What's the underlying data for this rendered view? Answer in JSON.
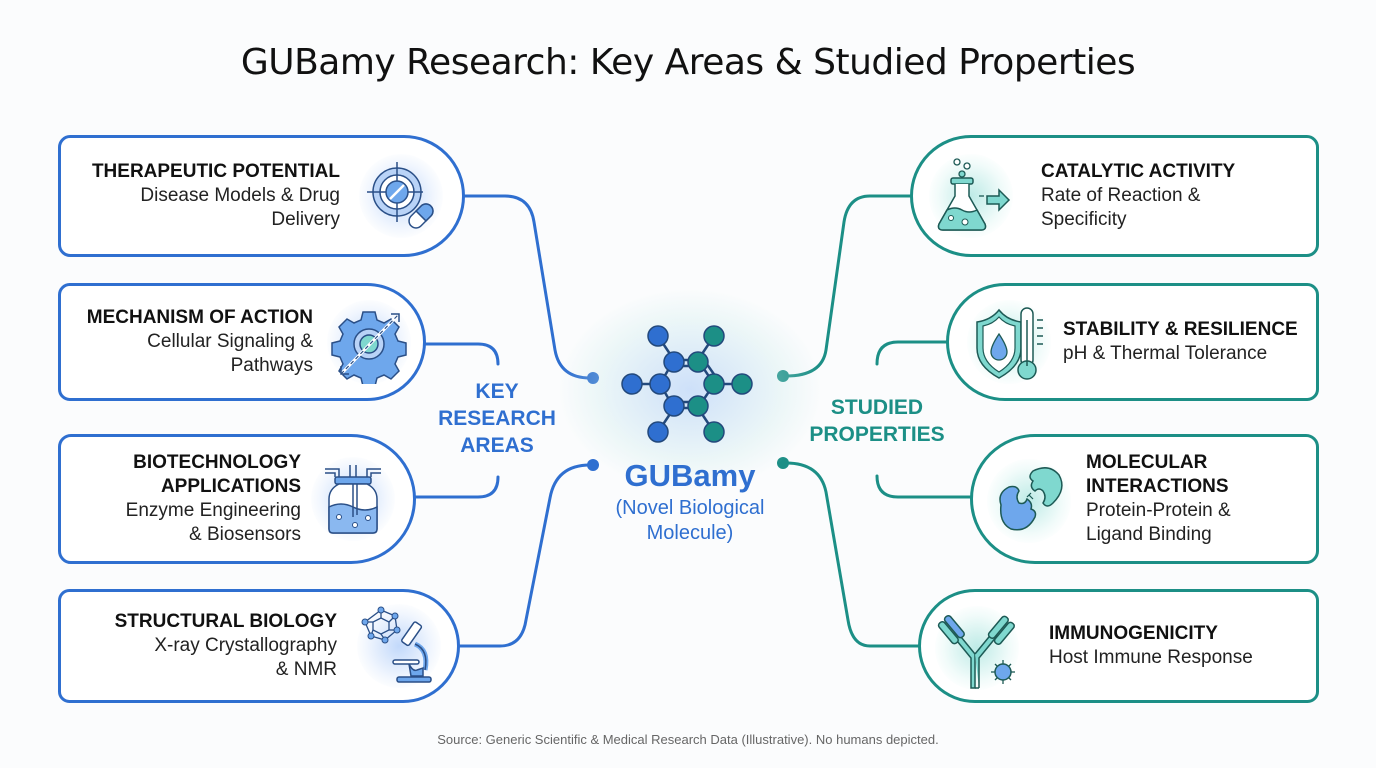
{
  "title": "GUBamy Research: Key Areas & Studied Properties",
  "colors": {
    "key_areas": "#2f6fd0",
    "studied_properties": "#1c8f86"
  },
  "center": {
    "name": "GUBamy",
    "description_line1": "(Novel Biological",
    "description_line2": "Molecule)",
    "icon": "molecule-hexagon-icon"
  },
  "key_research_areas": {
    "label_lines": [
      "KEY",
      "RESEARCH",
      "AREAS"
    ],
    "items": [
      {
        "heading_lines": [
          "THERAPEUTIC POTENTIAL"
        ],
        "sub_lines": [
          "Disease Models & Drug",
          "Delivery"
        ],
        "icon": "target-pill-icon"
      },
      {
        "heading_lines": [
          "MECHANISM OF ACTION"
        ],
        "sub_lines": [
          "Cellular Signaling &",
          "Pathways"
        ],
        "icon": "gear-signal-icon"
      },
      {
        "heading_lines": [
          "BIOTECHNOLOGY",
          "APPLICATIONS"
        ],
        "sub_lines": [
          "Enzyme Engineering",
          "& Biosensors"
        ],
        "icon": "bioreactor-jar-icon"
      },
      {
        "heading_lines": [
          "STRUCTURAL BIOLOGY"
        ],
        "sub_lines": [
          "X-ray Crystallography",
          "& NMR"
        ],
        "icon": "crystal-microscope-icon"
      }
    ]
  },
  "studied_properties": {
    "label_lines": [
      "STUDIED",
      "PROPERTIES"
    ],
    "items": [
      {
        "heading_lines": [
          "CATALYTIC ACTIVITY"
        ],
        "sub_lines": [
          "Rate of Reaction &",
          "Specificity"
        ],
        "icon": "flask-arrow-icon"
      },
      {
        "heading_lines": [
          "STABILITY & RESILIENCE"
        ],
        "sub_lines": [
          "pH & Thermal Tolerance"
        ],
        "icon": "shield-thermometer-icon"
      },
      {
        "heading_lines": [
          "MOLECULAR",
          "INTERACTIONS"
        ],
        "sub_lines": [
          "Protein-Protein &",
          "Ligand Binding"
        ],
        "icon": "protein-binding-icon"
      },
      {
        "heading_lines": [
          "IMMUNOGENICITY"
        ],
        "sub_lines": [
          "Host Immune Response"
        ],
        "icon": "antibody-virus-icon"
      }
    ]
  },
  "source": "Source: Generic Scientific & Medical Research Data (Illustrative). No humans depicted."
}
